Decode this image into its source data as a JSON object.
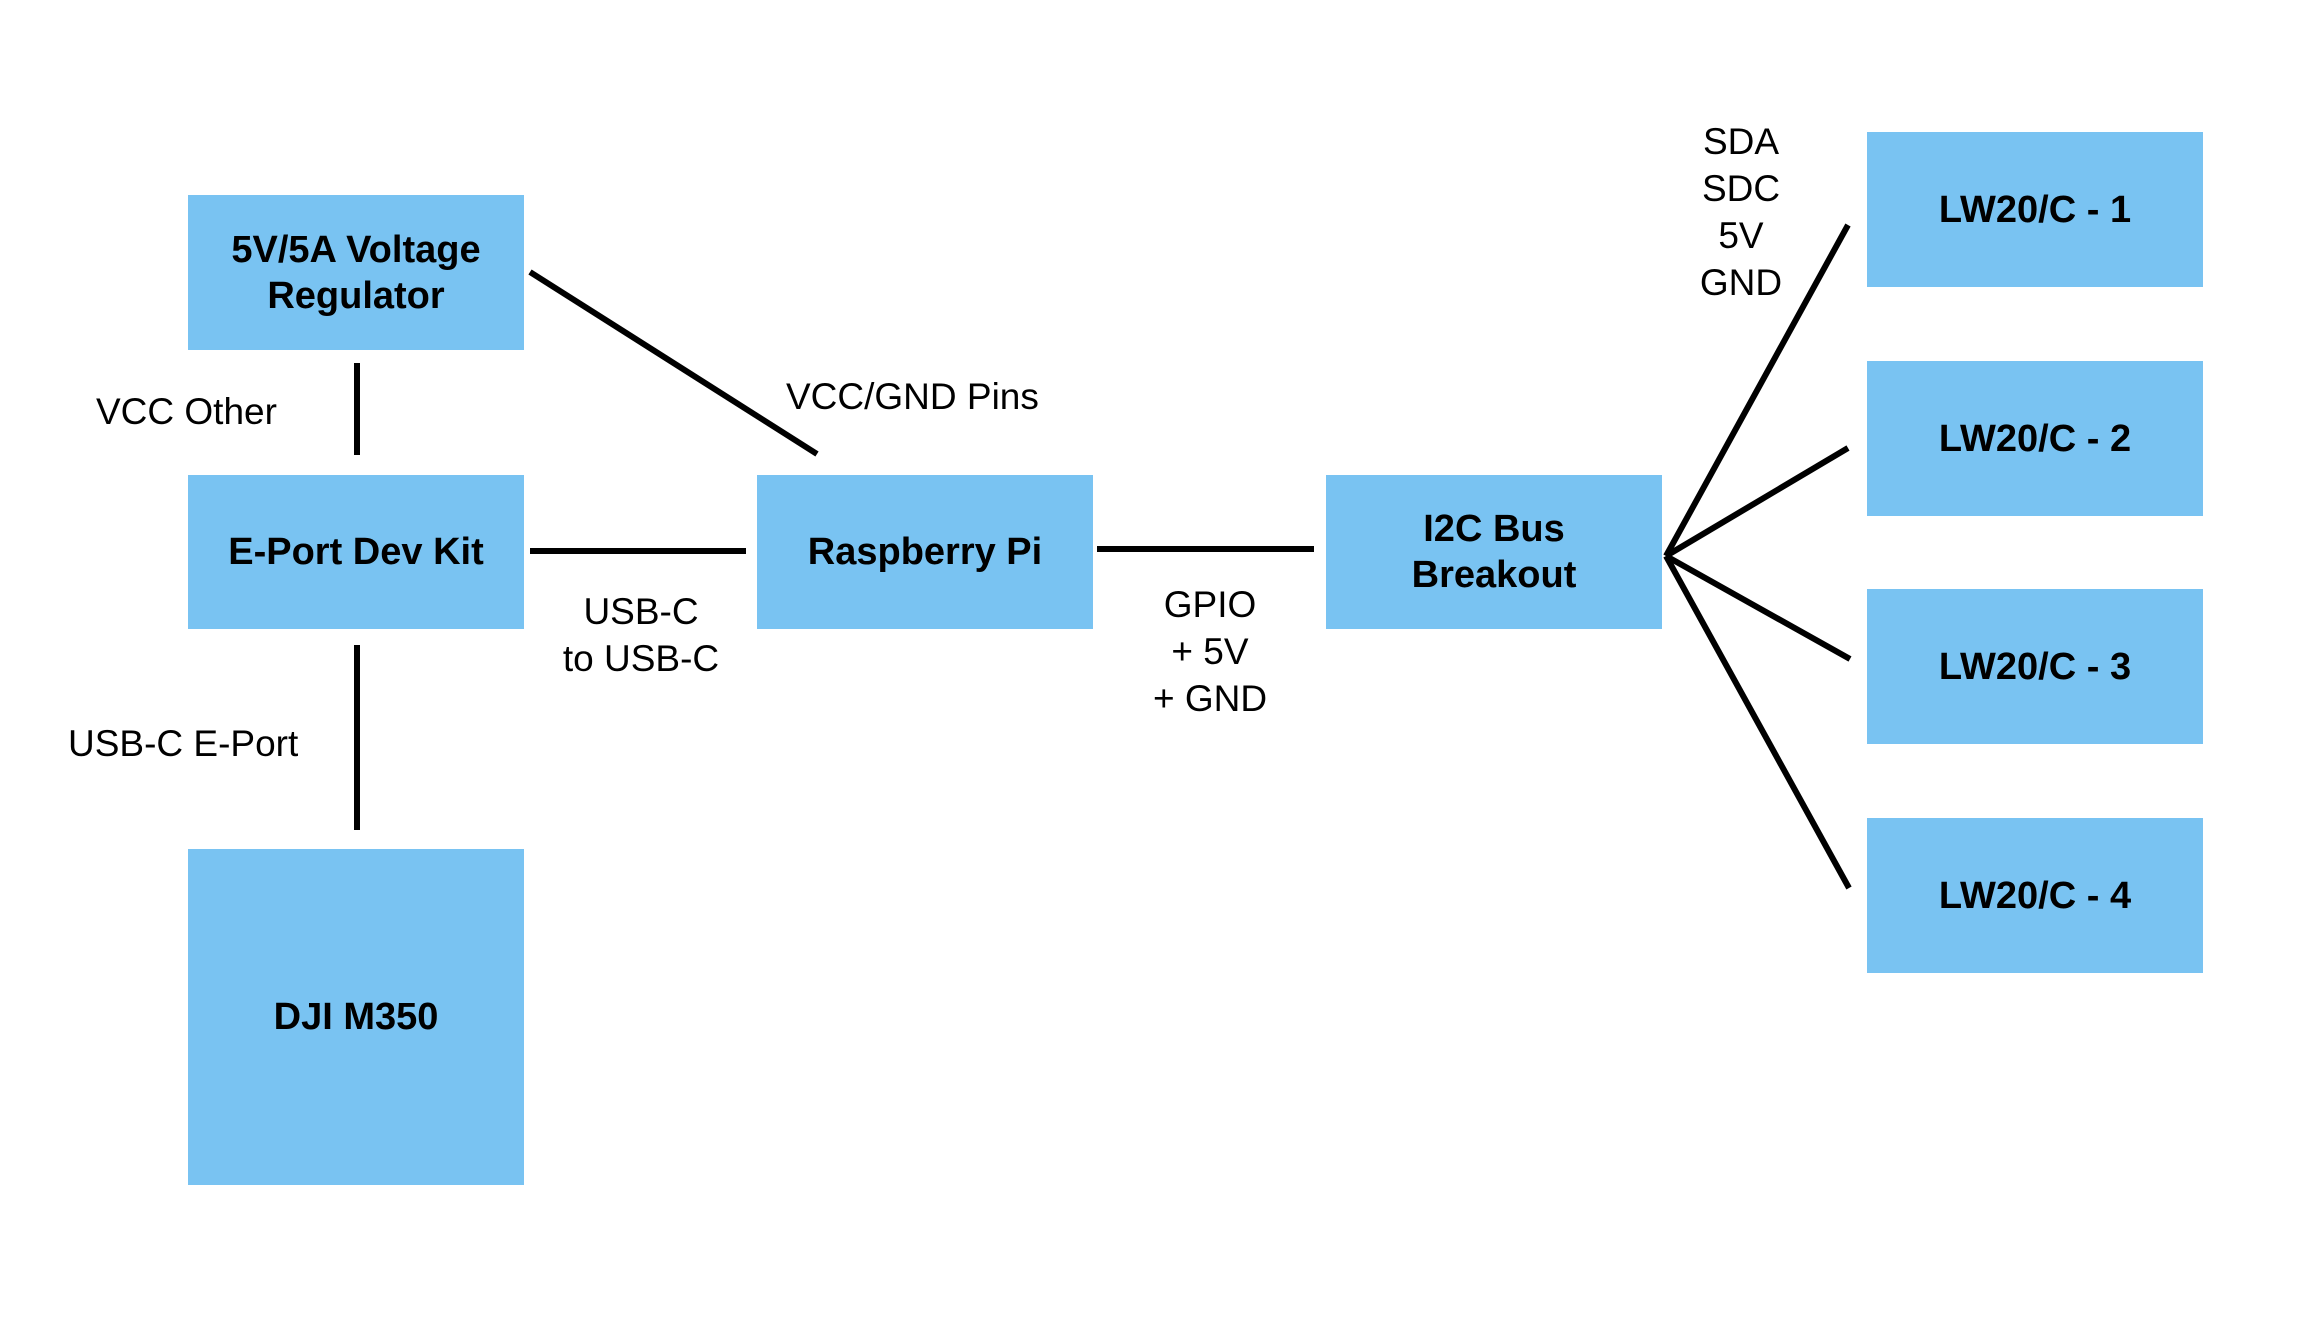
{
  "colors": {
    "box_fill": "#79C3F2",
    "wire": "#000000",
    "text": "#000000"
  },
  "nodes": {
    "regulator": "5V/5A Voltage\nRegulator",
    "eport_devkit": "E-Port Dev Kit",
    "dji": "DJI M350",
    "raspberry_pi": "Raspberry Pi",
    "i2c_breakout": "I2C Bus\nBreakout",
    "lw1": "LW20/C - 1",
    "lw2": "LW20/C - 2",
    "lw3": "LW20/C - 3",
    "lw4": "LW20/C - 4"
  },
  "edge_labels": {
    "vcc_other": "VCC Other",
    "usbc_eport": "USB-C E-Port",
    "vcc_gnd_pins": "VCC/GND Pins",
    "usbc_to_usbc": "USB-C\nto USB-C",
    "gpio_power": "GPIO\n+ 5V\n+ GND",
    "i2c_signals": "SDA\nSDC\n5V\nGND"
  }
}
